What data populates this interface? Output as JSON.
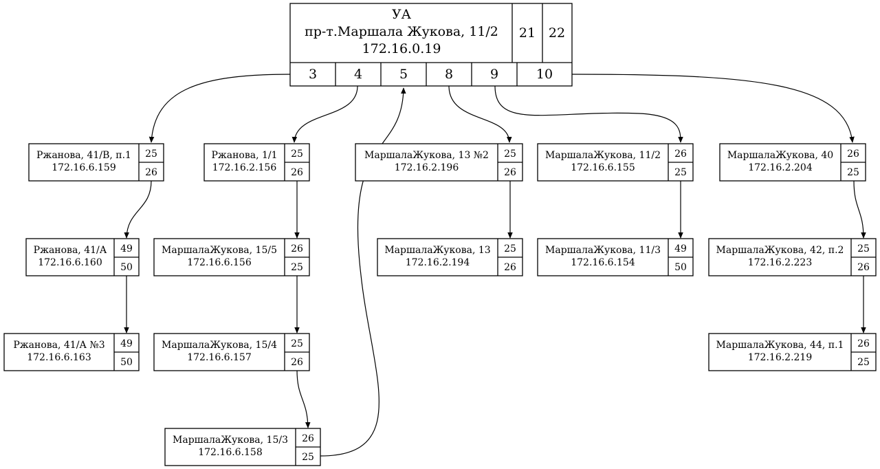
{
  "root": {
    "name": "УА",
    "address": "пр-т.Маршала Жукова, 11/2",
    "ip": "172.16.0.19",
    "top_ports": [
      "21",
      "22"
    ],
    "ports": [
      "3",
      "4",
      "5",
      "8",
      "9",
      "10"
    ]
  },
  "nodes": [
    {
      "id": "rzh41b",
      "name": "Ржанова, 41/В, п.1",
      "ip": "172.16.6.159",
      "port_top": "25",
      "port_bottom": "26"
    },
    {
      "id": "rzh41a",
      "name": "Ржанова, 41/А",
      "ip": "172.16.6.160",
      "port_top": "49",
      "port_bottom": "50"
    },
    {
      "id": "rzh41a3",
      "name": "Ржанова, 41/А №3",
      "ip": "172.16.6.163",
      "port_top": "49",
      "port_bottom": "50"
    },
    {
      "id": "rzh1",
      "name": "Ржанова, 1/1",
      "ip": "172.16.2.156",
      "port_top": "25",
      "port_bottom": "26"
    },
    {
      "id": "mzh155",
      "name": "МаршалаЖукова, 15/5",
      "ip": "172.16.6.156",
      "port_top": "26",
      "port_bottom": "25"
    },
    {
      "id": "mzh154",
      "name": "МаршалаЖукова, 15/4",
      "ip": "172.16.6.157",
      "port_top": "25",
      "port_bottom": "26"
    },
    {
      "id": "mzh153",
      "name": "МаршалаЖукова, 15/3",
      "ip": "172.16.6.158",
      "port_top": "26",
      "port_bottom": "25"
    },
    {
      "id": "mzh13n2",
      "name": "МаршалаЖукова, 13 №2",
      "ip": "172.16.2.196",
      "port_top": "25",
      "port_bottom": "26"
    },
    {
      "id": "mzh13",
      "name": "МаршалаЖукова, 13",
      "ip": "172.16.2.194",
      "port_top": "25",
      "port_bottom": "26"
    },
    {
      "id": "mzh112",
      "name": "МаршалаЖукова, 11/2",
      "ip": "172.16.6.155",
      "port_top": "26",
      "port_bottom": "25"
    },
    {
      "id": "mzh113",
      "name": "МаршалаЖукова, 11/3",
      "ip": "172.16.6.154",
      "port_top": "49",
      "port_bottom": "50"
    },
    {
      "id": "mzh40",
      "name": "МаршалаЖукова, 40",
      "ip": "172.16.2.204",
      "port_top": "26",
      "port_bottom": "25"
    },
    {
      "id": "mzh42",
      "name": "МаршалаЖукова, 42, п.2",
      "ip": "172.16.2.223",
      "port_top": "25",
      "port_bottom": "26"
    },
    {
      "id": "mzh44",
      "name": "МаршалаЖукова, 44, п.1",
      "ip": "172.16.2.219",
      "port_top": "26",
      "port_bottom": "25"
    }
  ]
}
